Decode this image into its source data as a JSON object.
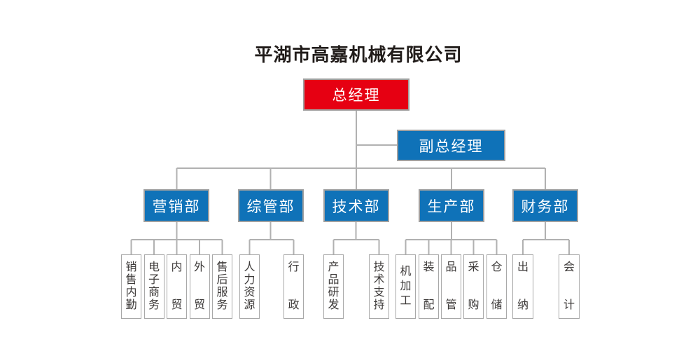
{
  "title": "平湖市高嘉机械有限公司",
  "colors": {
    "root_box": "#e60012",
    "blue_box": "#0f72b8",
    "connector_line": "#b1b1b1",
    "box_border": "#a0a0a0",
    "sub_text": "#3d3a39"
  },
  "org": {
    "root": "总经理",
    "deputy": "副总经理",
    "departments": [
      {
        "label": "营销部",
        "children": [
          "销售内勤",
          "电子商务",
          "内贸",
          "外贸",
          "售后服务"
        ]
      },
      {
        "label": "综管部",
        "children": [
          "人力资源",
          "行政"
        ]
      },
      {
        "label": "技术部",
        "children": [
          "产品研发",
          "技术支持"
        ]
      },
      {
        "label": "生产部",
        "children": [
          "机加工",
          "装配",
          "品管",
          "采购",
          "仓储"
        ]
      },
      {
        "label": "财务部",
        "children": [
          "出纳",
          "会计"
        ]
      }
    ]
  }
}
